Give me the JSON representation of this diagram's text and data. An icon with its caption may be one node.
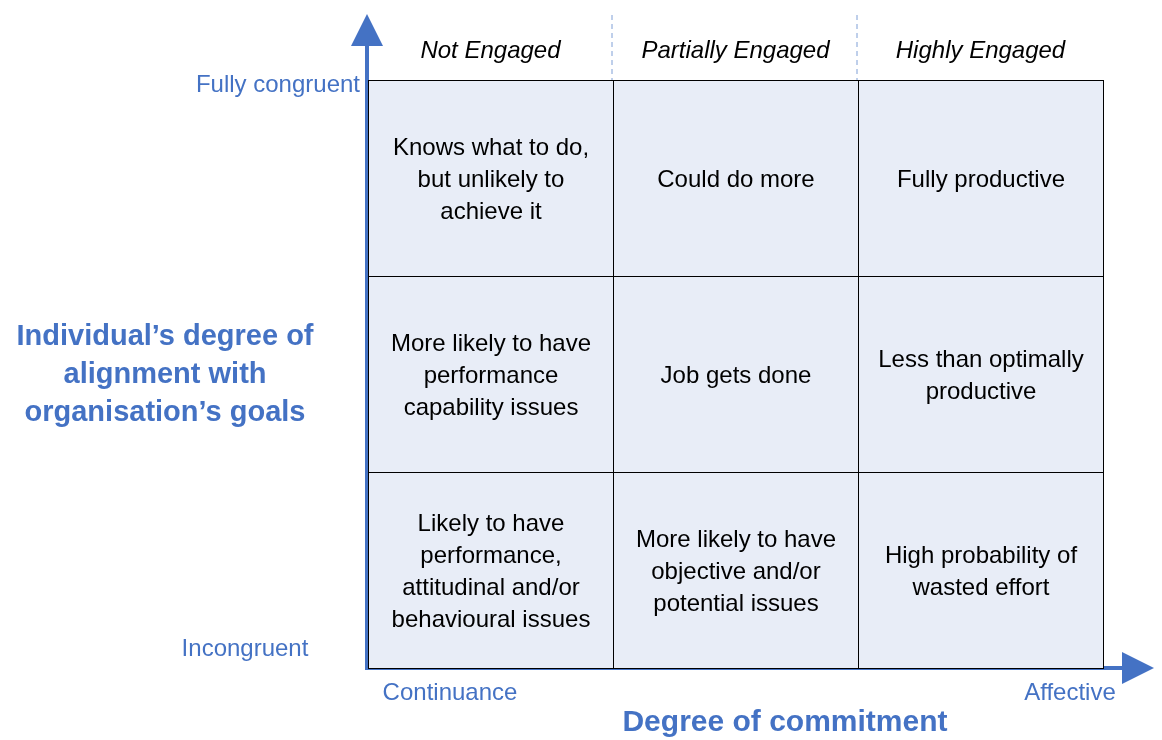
{
  "diagram": {
    "nodes": [
      {
        "text": [
          "Knows what to do, but unlikely to achieve it"
        ]
      },
      {
        "text": [
          "Could do more"
        ]
      },
      {
        "text": [
          "Fully productive"
        ]
      },
      {
        "text": [
          "More likely to have performance capability issues"
        ]
      },
      {
        "text": [
          "Job gets done"
        ]
      },
      {
        "text": [
          "Less than optimally productive"
        ]
      },
      {
        "text": [
          "Likely to have performance, attitudinal and/or behavioural issues"
        ]
      },
      {
        "text": [
          "More likely to have objective and/or potential issues"
        ]
      },
      {
        "text": [
          "High probability of wasted effort"
        ]
      }
    ],
    "labels": [
      "Not Engaged",
      "Partially Engaged",
      "Highly Engaged",
      "Fully congruent",
      "Individual’s degree of alignment with organisation’s goals",
      "Incongruent",
      "Continuance",
      "Affective",
      "Degree of commitment"
    ]
  }
}
